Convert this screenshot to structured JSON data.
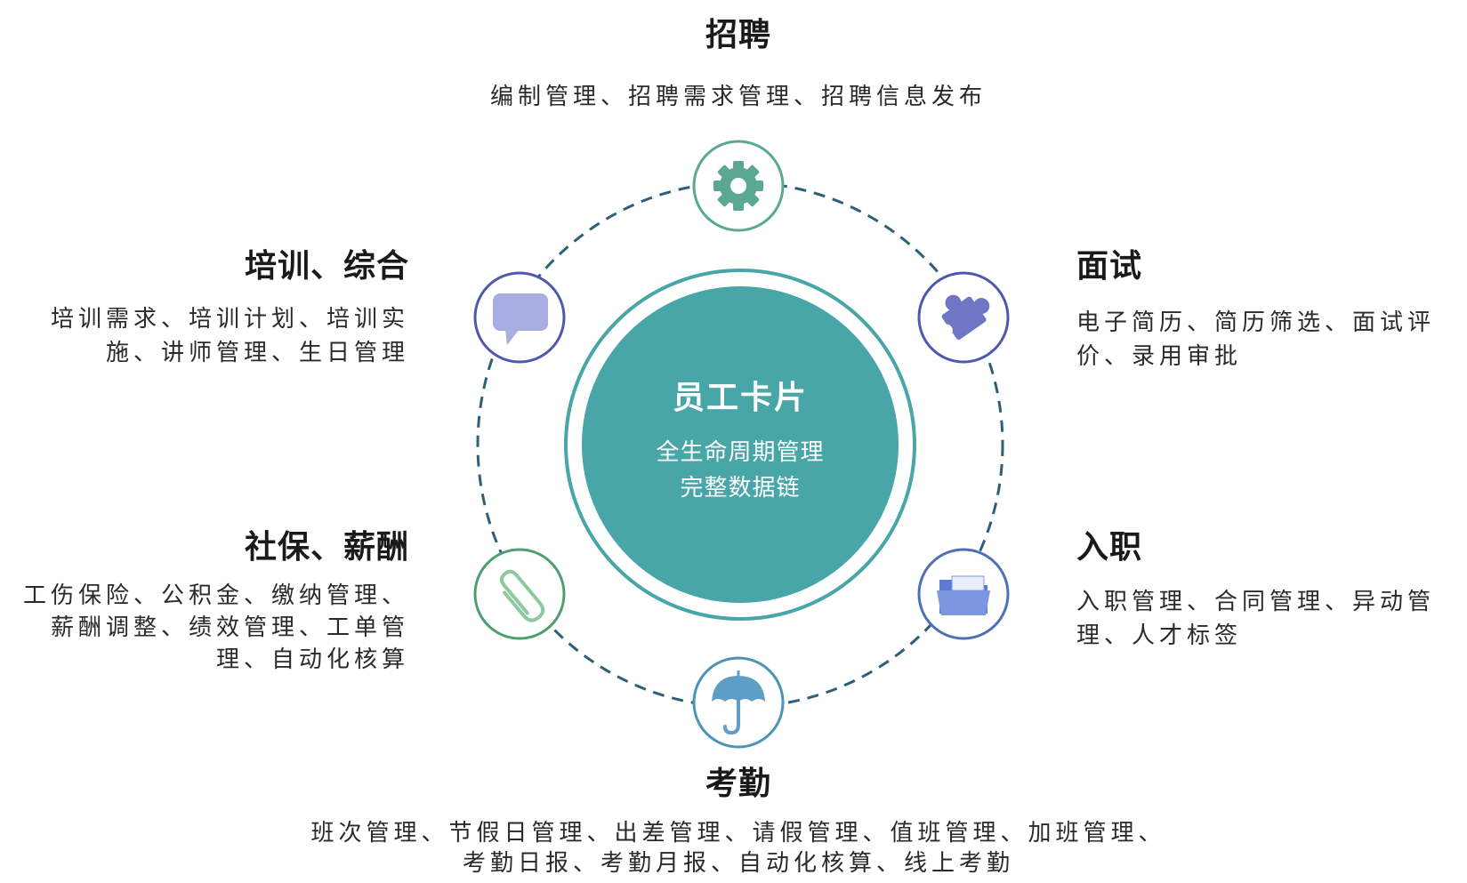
{
  "center": {
    "title": "员工卡片",
    "subtitle_lines": [
      "全生命周期管理",
      "完整数据链"
    ]
  },
  "modules": [
    {
      "id": "recruit",
      "heading": "招聘",
      "icon": "gear-icon",
      "ring_color": "#5aa894",
      "desc_lines": [
        "编制管理、招聘需求管理、招聘信息发布"
      ]
    },
    {
      "id": "interview",
      "heading": "面试",
      "icon": "puzzle-icon",
      "ring_color": "#4f58b0",
      "desc_lines": [
        "电子简历、简历筛选、面试评",
        "价、录用审批"
      ]
    },
    {
      "id": "onboard",
      "heading": "入职",
      "icon": "folder-icon",
      "ring_color": "#4f6fb8",
      "desc_lines": [
        "入职管理、合同管理、异动管",
        "理、人才标签"
      ]
    },
    {
      "id": "attendance",
      "heading": "考勤",
      "icon": "umbrella-icon",
      "ring_color": "#4a94b8",
      "desc_lines": [
        "班次管理、节假日管理、出差管理、请假管理、值班管理、加班管理、",
        "考勤日报、考勤月报、自动化核算、线上考勤"
      ]
    },
    {
      "id": "social",
      "heading": "社保、薪酬",
      "icon": "paperclip-icon",
      "ring_color": "#4e9e70",
      "desc_lines": [
        "工伤保险、公积金、缴纳管理、",
        "薪酬调整、绩效管理、工单管",
        "理、自动化核算"
      ]
    },
    {
      "id": "training",
      "heading": "培训、综合",
      "icon": "chat-bubble-icon",
      "ring_color": "#4f58b0",
      "desc_lines": [
        "培训需求、培训计划、培训实",
        "施、讲师管理、生日管理"
      ]
    }
  ],
  "colors": {
    "center_fill": "#48a5a8",
    "center_ring": "#48a5a8",
    "orbit_dash": "#2f5f78",
    "icon_gear": "#5aa894",
    "icon_puzzle": "#6f76c4",
    "icon_folder": "#7b97df",
    "icon_umbrella": "#5e9ec6",
    "icon_paperclip": "#8dc9a0",
    "icon_chat": "#a8aee2"
  }
}
